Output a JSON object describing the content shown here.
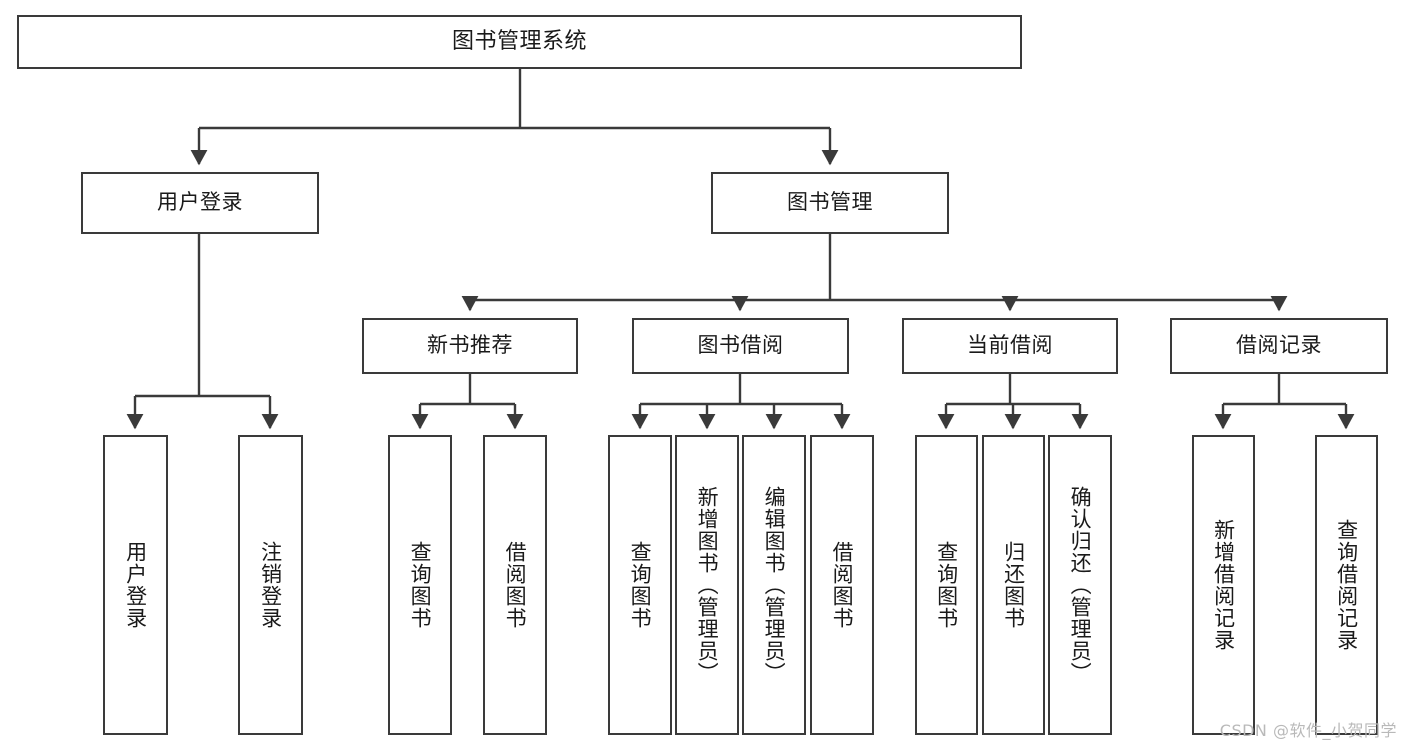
{
  "diagram": {
    "title": "图书管理系统",
    "type": "tree-hierarchy-diagram",
    "orientation": "top-down",
    "colors": {
      "box_border": "#3a3a3a",
      "box_fill": "#ffffff",
      "connector": "#3a3a3a",
      "text": "#1a1a1a",
      "watermark": "#b9b9b9",
      "background": "#ffffff"
    }
  },
  "root": {
    "label": "图书管理系统"
  },
  "level2": [
    {
      "label": "用户登录"
    },
    {
      "label": "图书管理"
    }
  ],
  "level3": [
    {
      "label": "新书推荐"
    },
    {
      "label": "图书借阅"
    },
    {
      "label": "当前借阅"
    },
    {
      "label": "借阅记录"
    }
  ],
  "leaves": {
    "user_login": [
      {
        "label": "用户登录"
      },
      {
        "label": "注销登录"
      }
    ],
    "new_book_recommend": [
      {
        "label": "查询图书"
      },
      {
        "label": "借阅图书"
      }
    ],
    "book_borrow": [
      {
        "label": "查询图书"
      },
      {
        "label": "新增图书（管理员）"
      },
      {
        "label": "编辑图书（管理员）"
      },
      {
        "label": "借阅图书"
      }
    ],
    "current_borrow": [
      {
        "label": "查询图书"
      },
      {
        "label": "归还图书"
      },
      {
        "label": "确认归还（管理员）"
      }
    ],
    "borrow_records": [
      {
        "label": "新增借阅记录"
      },
      {
        "label": "查询借阅记录"
      }
    ]
  },
  "watermark": {
    "text": "CSDN @软件_小贺同学"
  }
}
